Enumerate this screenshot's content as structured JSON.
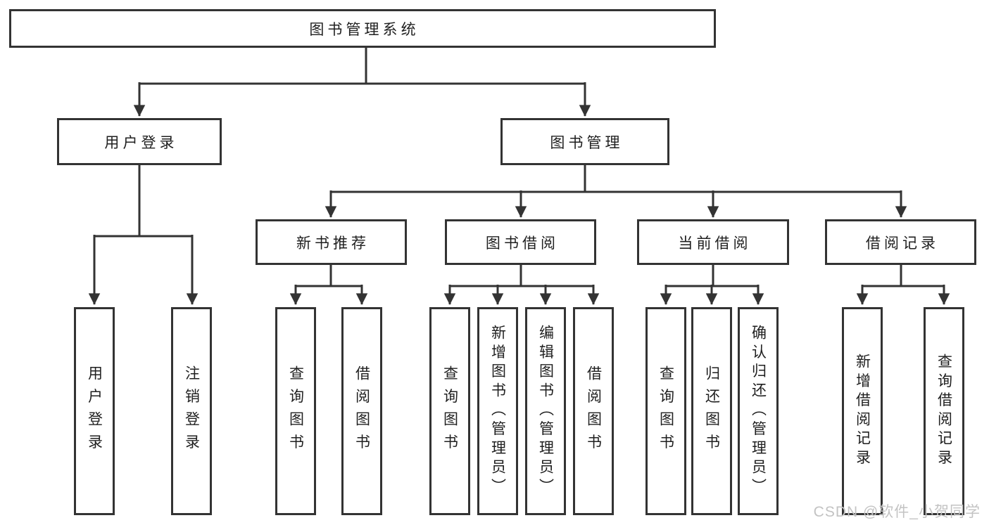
{
  "diagram_title": "图书管理系统",
  "tree": {
    "root": {
      "label": "图书管理系统"
    },
    "branches": [
      {
        "label": "用户登录",
        "leaves": [
          {
            "label": "用户登录"
          },
          {
            "label": "注销登录"
          }
        ]
      },
      {
        "label": "图书管理",
        "sections": [
          {
            "label": "新书推荐",
            "leaves": [
              {
                "label": "查询图书"
              },
              {
                "label": "借阅图书"
              }
            ]
          },
          {
            "label": "图书借阅",
            "leaves": [
              {
                "label": "查询图书"
              },
              {
                "label": "新增图书（管理员）"
              },
              {
                "label": "编辑图书（管理员）"
              },
              {
                "label": "借阅图书"
              }
            ]
          },
          {
            "label": "当前借阅",
            "leaves": [
              {
                "label": "查询图书"
              },
              {
                "label": "归还图书"
              },
              {
                "label": "确认归还（管理员）"
              }
            ]
          },
          {
            "label": "借阅记录",
            "leaves": [
              {
                "label": "新增借阅记录"
              },
              {
                "label": "查询借阅记录"
              }
            ]
          }
        ]
      }
    ]
  },
  "watermark": {
    "text": "CSDN @软件_小贺同学"
  },
  "palette": {
    "line": "#333333",
    "box_border": "#333333",
    "box_fill": "#ffffff",
    "text": "#1f1f1f",
    "watermark": "#c3c3c3",
    "background": "#ffffff"
  }
}
